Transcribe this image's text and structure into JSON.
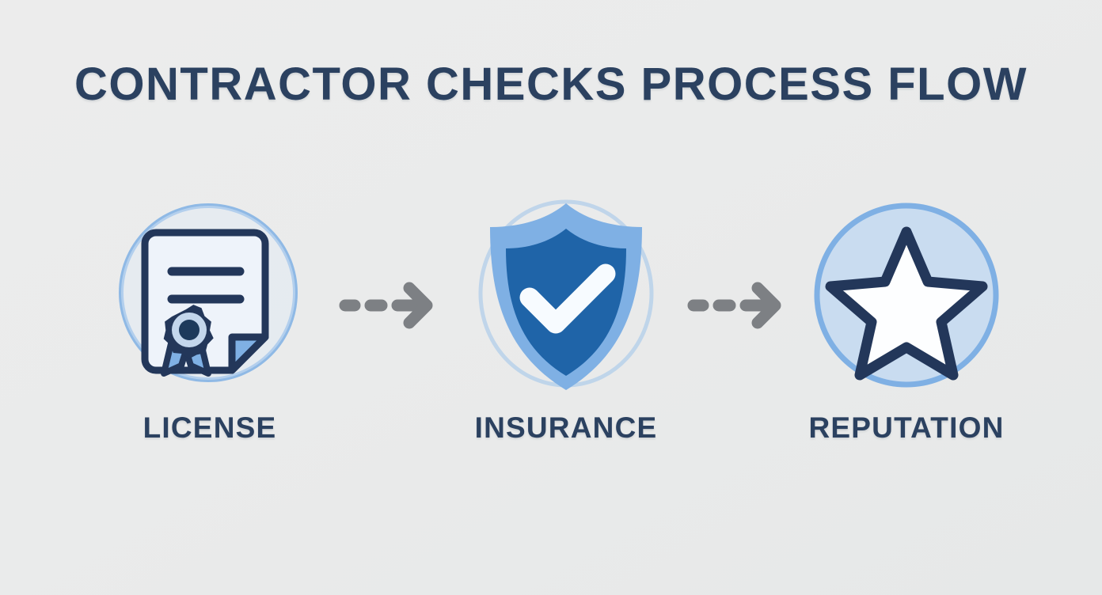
{
  "page": {
    "title": "CONTRACTOR CHECKS PROCESS FLOW",
    "background_color": "#e9eaea",
    "title_color": "#2b4160"
  },
  "palette": {
    "navy": "#2b4160",
    "deep_navy": "#23375a",
    "shield_blue": "#1f64a8",
    "light_blue": "#7fb0e4",
    "pale_blue": "#c9dcf0",
    "paper": "#eef3fa",
    "white": "#ffffff",
    "arrow_gray": "#7d8084"
  },
  "flow": {
    "steps": [
      {
        "id": "license",
        "label": "LICENSE",
        "icon": "certificate-document-icon",
        "badge": "ribbon-seal-icon",
        "circle": "ring-outline"
      },
      {
        "id": "insurance",
        "label": "INSURANCE",
        "icon": "shield-check-icon",
        "badge": "checkmark-icon",
        "circle": "aura-ring"
      },
      {
        "id": "reputation",
        "label": "REPUTATION",
        "icon": "star-icon",
        "badge": "star-outline",
        "circle": "filled-circle"
      }
    ],
    "connectors": [
      {
        "id": "connector-1",
        "style": "dashed-arrow-right",
        "color": "#7d8084"
      },
      {
        "id": "connector-2",
        "style": "dashed-arrow-right",
        "color": "#7d8084"
      }
    ]
  }
}
